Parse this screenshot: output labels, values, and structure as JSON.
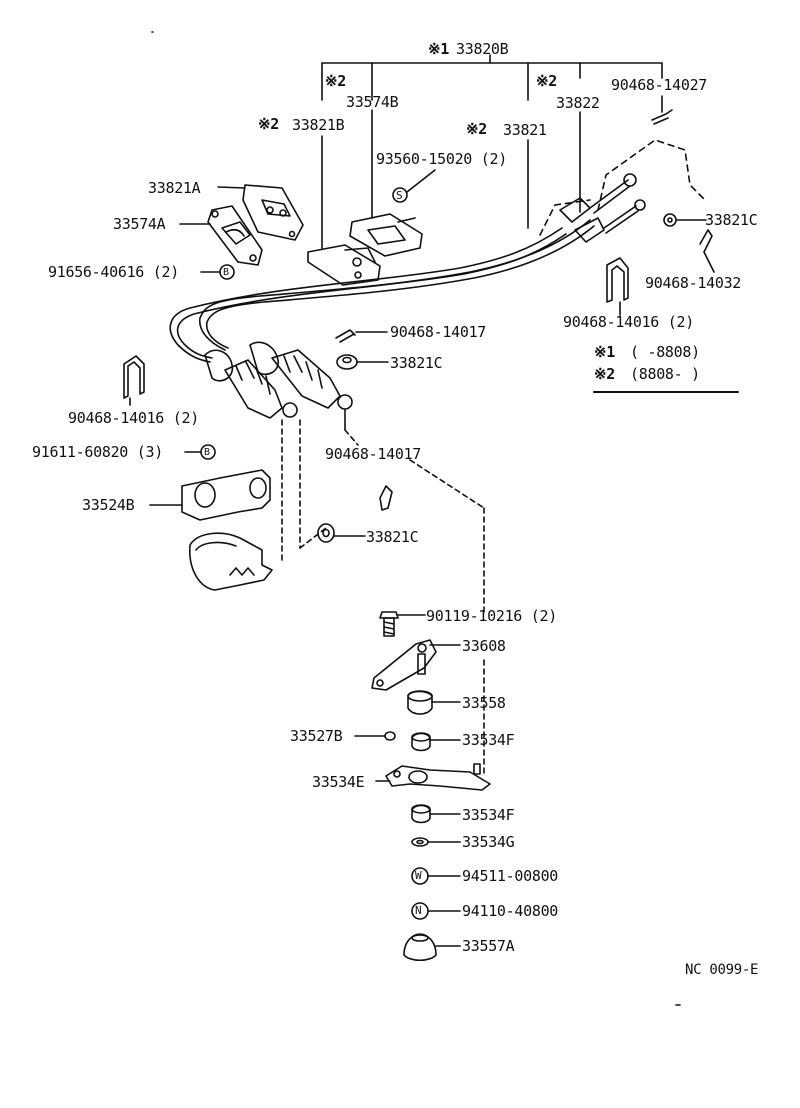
{
  "diagram": {
    "marks": {
      "m1": "※1",
      "m2": "※2"
    },
    "parts": {
      "p_33820B": "33820B",
      "p_33574B": "33574B",
      "p_33821B": "33821B",
      "p_33821": "33821",
      "p_33822": "33822",
      "p_90468_14027": "90468-14027",
      "p_93560_15020": "93560-15020 (2)",
      "p_33821A": "33821A",
      "p_33574A": "33574A",
      "p_91656_40616": "91656-40616 (2)",
      "p_33821C_top": "33821C",
      "p_90468_14032": "90468-14032",
      "p_90468_14016_right": "90468-14016 (2)",
      "p_90468_14017_a": "90468-14017",
      "p_33821C_mid": "33821C",
      "p_90468_14016_left": "90468-14016 (2)",
      "p_91611_60820": "91611-60820 (3)",
      "p_90468_14017_b": "90468-14017",
      "p_33524B": "33524B",
      "p_33821C_low": "33821C",
      "p_90119_10216": "90119-10216 (2)",
      "p_33608": "33608",
      "p_33558": "33558",
      "p_33527B": "33527B",
      "p_33534F_a": "33534F",
      "p_33534E": "33534E",
      "p_33534F_b": "33534F",
      "p_33534G": "33534G",
      "p_94511_00800": "94511-00800",
      "p_94110_40800": "94110-40800",
      "p_33557A": "33557A"
    },
    "symbols": {
      "S": "S",
      "B": "B",
      "W": "W",
      "N": "N"
    },
    "legend": {
      "row1_mark": "※1",
      "row1_text": "(      -8808)",
      "row2_mark": "※2",
      "row2_text": "(8808-        )"
    },
    "code": "NC 0099-E"
  }
}
